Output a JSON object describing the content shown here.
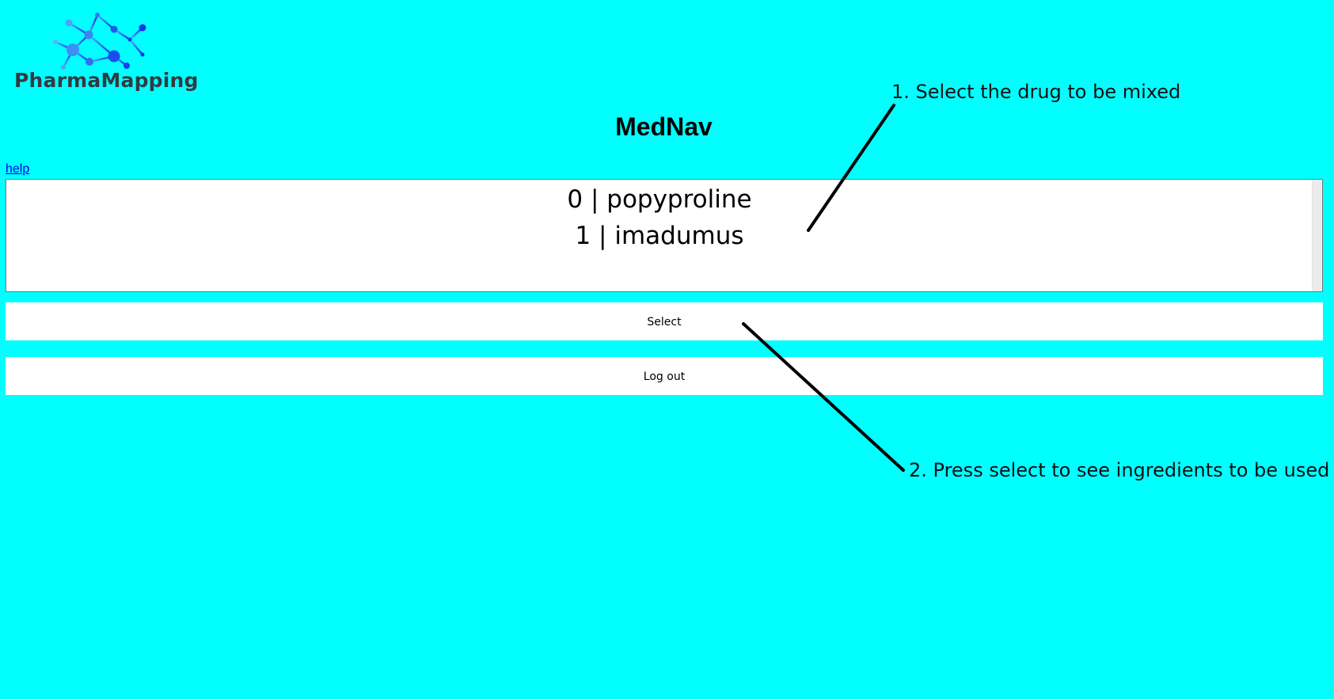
{
  "brand": {
    "name": "PharmaMapping"
  },
  "page": {
    "title": "MedNav",
    "help_link": "help"
  },
  "drug_list": {
    "items": [
      {
        "label": "0 | popyproline"
      },
      {
        "label": "1 | imadumus"
      }
    ]
  },
  "buttons": {
    "select_label": "Select",
    "logout_label": "Log out"
  },
  "annotations": {
    "step1": "1. Select the drug to be mixed",
    "step2": "2. Press select to see ingredients to be used"
  },
  "colors": {
    "background": "#00ffff",
    "logo_text": "#333a41",
    "link": "#0000ee",
    "molecule_light": "#3fa3f5",
    "molecule_dark": "#1338ee"
  }
}
